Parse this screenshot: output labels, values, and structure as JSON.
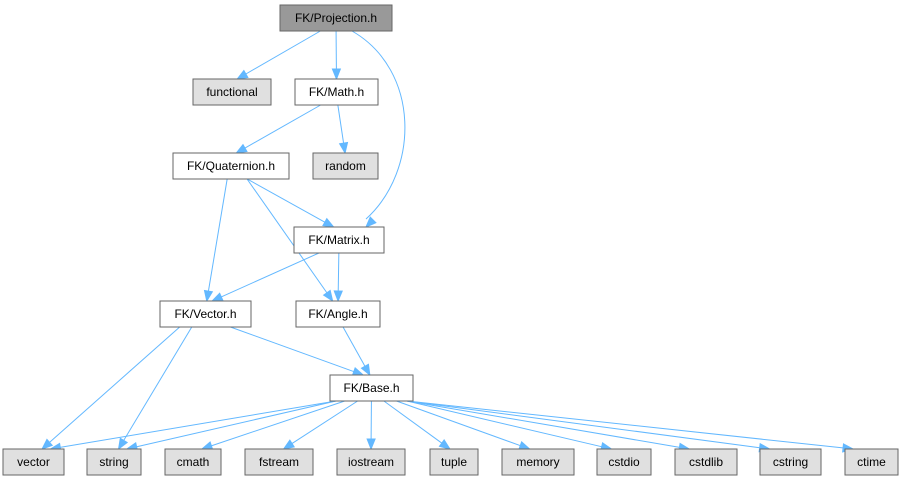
{
  "colors": {
    "root_fill": "#999999",
    "project_fill": "#ffffff",
    "system_fill": "#e0e0e0",
    "edge": "#63b8ff",
    "border": "#666666"
  },
  "nodes": [
    {
      "id": "projection",
      "label": "FK/Projection.h",
      "kind": "root"
    },
    {
      "id": "functional",
      "label": "functional",
      "kind": "system"
    },
    {
      "id": "math",
      "label": "FK/Math.h",
      "kind": "project"
    },
    {
      "id": "quaternion",
      "label": "FK/Quaternion.h",
      "kind": "project"
    },
    {
      "id": "random",
      "label": "random",
      "kind": "system"
    },
    {
      "id": "matrix",
      "label": "FK/Matrix.h",
      "kind": "project"
    },
    {
      "id": "vector_h",
      "label": "FK/Vector.h",
      "kind": "project"
    },
    {
      "id": "angle",
      "label": "FK/Angle.h",
      "kind": "project"
    },
    {
      "id": "base",
      "label": "FK/Base.h",
      "kind": "project"
    },
    {
      "id": "vector",
      "label": "vector",
      "kind": "system"
    },
    {
      "id": "string",
      "label": "string",
      "kind": "system"
    },
    {
      "id": "cmath",
      "label": "cmath",
      "kind": "system"
    },
    {
      "id": "fstream",
      "label": "fstream",
      "kind": "system"
    },
    {
      "id": "iostream",
      "label": "iostream",
      "kind": "system"
    },
    {
      "id": "tuple",
      "label": "tuple",
      "kind": "system"
    },
    {
      "id": "memory",
      "label": "memory",
      "kind": "system"
    },
    {
      "id": "cstdio",
      "label": "cstdio",
      "kind": "system"
    },
    {
      "id": "cstdlib",
      "label": "cstdlib",
      "kind": "system"
    },
    {
      "id": "cstring",
      "label": "cstring",
      "kind": "system"
    },
    {
      "id": "ctime",
      "label": "ctime",
      "kind": "system"
    }
  ],
  "edges": [
    [
      "projection",
      "functional"
    ],
    [
      "projection",
      "math"
    ],
    [
      "projection",
      "matrix"
    ],
    [
      "math",
      "quaternion"
    ],
    [
      "math",
      "random"
    ],
    [
      "quaternion",
      "vector_h"
    ],
    [
      "quaternion",
      "matrix"
    ],
    [
      "quaternion",
      "angle"
    ],
    [
      "matrix",
      "vector_h"
    ],
    [
      "matrix",
      "angle"
    ],
    [
      "vector_h",
      "vector"
    ],
    [
      "vector_h",
      "string"
    ],
    [
      "vector_h",
      "base"
    ],
    [
      "angle",
      "base"
    ],
    [
      "base",
      "vector"
    ],
    [
      "base",
      "string"
    ],
    [
      "base",
      "cmath"
    ],
    [
      "base",
      "fstream"
    ],
    [
      "base",
      "iostream"
    ],
    [
      "base",
      "tuple"
    ],
    [
      "base",
      "memory"
    ],
    [
      "base",
      "cstdio"
    ],
    [
      "base",
      "cstdlib"
    ],
    [
      "base",
      "cstring"
    ],
    [
      "base",
      "ctime"
    ]
  ]
}
